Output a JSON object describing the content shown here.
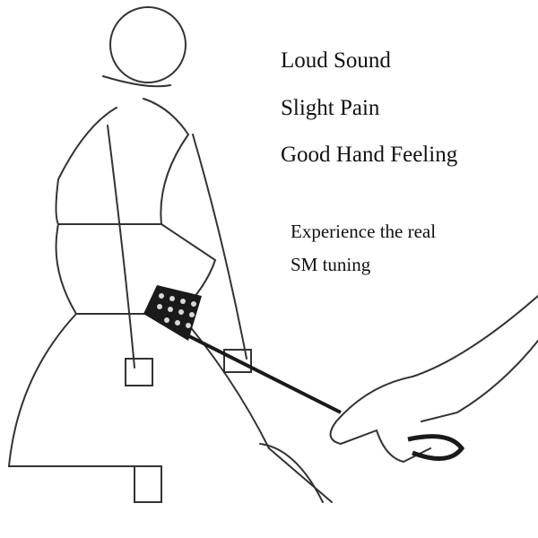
{
  "features": [
    "Loud Sound",
    "Slight Pain",
    "Good Hand Feeling"
  ],
  "tagline": {
    "line1": "Experience the real",
    "line2": "SM tuning"
  },
  "colors": {
    "line": "#333333",
    "paddle": "#1a1a1a",
    "background": "#ffffff"
  }
}
